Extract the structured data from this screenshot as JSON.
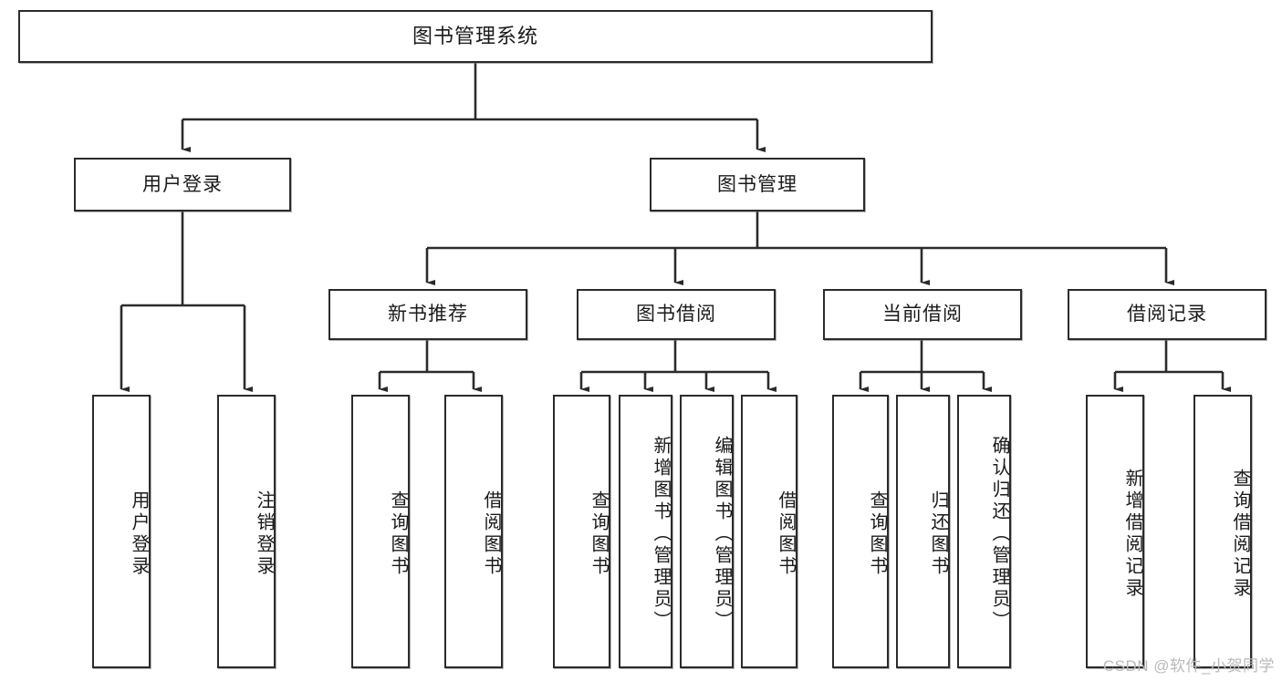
{
  "diagram": {
    "title": "图书管理系统",
    "type": "tree-hierarchy-chart",
    "root": {
      "label": "图书管理系统"
    },
    "level2": [
      {
        "label": "用户登录"
      },
      {
        "label": "图书管理"
      }
    ],
    "level3": [
      {
        "label": "新书推荐"
      },
      {
        "label": "图书借阅"
      },
      {
        "label": "当前借阅"
      },
      {
        "label": "借阅记录"
      }
    ],
    "leaves": {
      "user_login": [
        {
          "label": "用户登录"
        },
        {
          "label": "注销登录"
        }
      ],
      "new_book_recommend": [
        {
          "label": "查询图书"
        },
        {
          "label": "借阅图书"
        }
      ],
      "book_borrow": [
        {
          "label": "查询图书"
        },
        {
          "label": "新增图书（管理员）"
        },
        {
          "label": "编辑图书（管理员）"
        },
        {
          "label": "借阅图书"
        }
      ],
      "current_borrow": [
        {
          "label": "查询图书"
        },
        {
          "label": "归还图书"
        },
        {
          "label": "确认归还（管理员）"
        }
      ],
      "borrow_record": [
        {
          "label": "新增借阅记录"
        },
        {
          "label": "查询借阅记录"
        }
      ]
    }
  },
  "watermark": {
    "text": "CSDN @软件_小贺同学"
  },
  "colors": {
    "stroke": "#2b2b2b",
    "box_fill": "#ffffff",
    "text": "#1a1a1a",
    "watermark": "#b9b9b9",
    "background": "#ffffff"
  }
}
